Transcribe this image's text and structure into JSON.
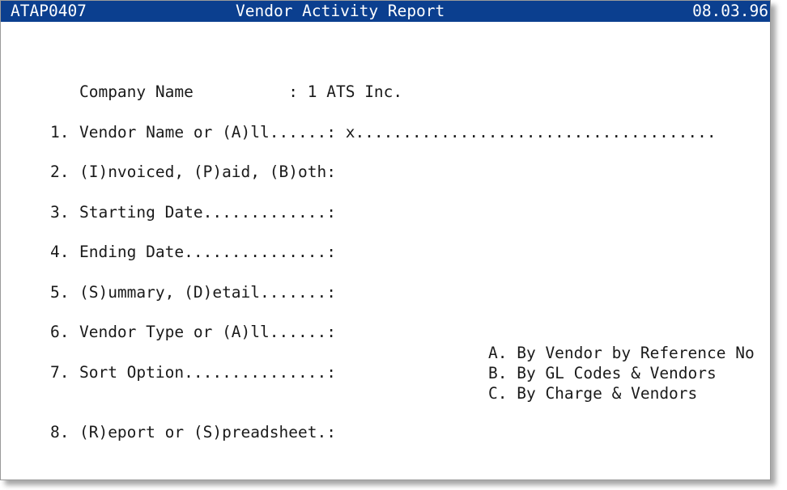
{
  "window": {
    "program_id": "ATAP0407",
    "title": "Vendor Activity Report",
    "date": "08.03.96"
  },
  "company": {
    "label": "Company Name          :",
    "value": "1 ATS Inc."
  },
  "fields": [
    {
      "num": "1.",
      "label": "Vendor Name or (A)ll......:",
      "value": "x......................................"
    },
    {
      "num": "2.",
      "label": "(I)nvoiced, (P)aid, (B)oth:",
      "value": ""
    },
    {
      "num": "3.",
      "label": "Starting Date.............:",
      "value": ""
    },
    {
      "num": "4.",
      "label": "Ending Date...............:",
      "value": ""
    },
    {
      "num": "5.",
      "label": "(S)ummary, (D)etail.......:",
      "value": ""
    },
    {
      "num": "6.",
      "label": "Vendor Type or (A)ll......:",
      "value": ""
    },
    {
      "num": "7.",
      "label": "Sort Option...............:",
      "value": ""
    },
    {
      "num": "8.",
      "label": "(R)eport or (S)preadsheet.:",
      "value": ""
    }
  ],
  "sort_options": [
    "A. By Vendor by Reference No",
    "B. By GL Codes & Vendors",
    "C. By Charge & Vendors"
  ],
  "colors": {
    "title_bar": "#0b3f8f",
    "title_text": "#ffffff",
    "body_text": "#1a1a1a"
  }
}
